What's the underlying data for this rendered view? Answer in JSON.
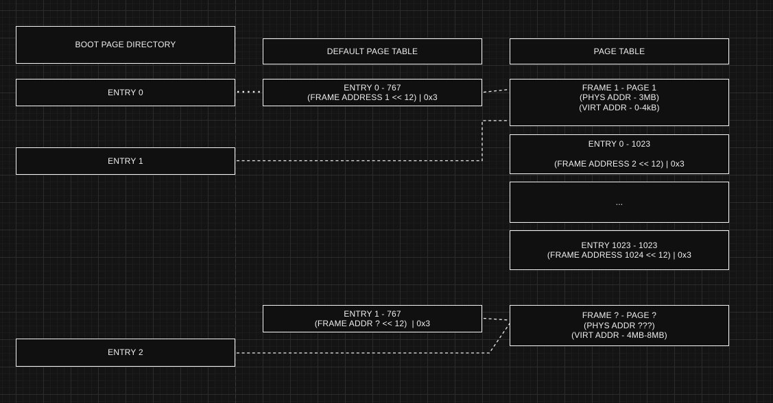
{
  "diagram": {
    "headers": {
      "boot_page_directory": "BOOT PAGE DIRECTORY",
      "default_page_table": "DEFAULT PAGE TABLE",
      "page_table": "PAGE TABLE"
    },
    "boot_entries": {
      "entry0": "ENTRY 0",
      "entry1": "ENTRY 1",
      "entry2": "ENTRY 2"
    },
    "default_page_table_entries": {
      "entry0": {
        "lines": [
          "ENTRY 0 - 767",
          "(FRAME ADDRESS 1 << 12) | 0x3"
        ]
      },
      "entry1": {
        "lines": [
          "ENTRY 1 - 767",
          "(FRAME ADDR ? << 12)  | 0x3"
        ]
      }
    },
    "page_table_entries": {
      "frame1": {
        "lines": [
          "FRAME 1 - PAGE 1",
          "(PHYS ADDR - 3MB)",
          "(VIRT ADDR - 0-4kB)"
        ]
      },
      "entry0": {
        "lines": [
          "ENTRY 0 - 1023",
          "",
          "(FRAME ADDRESS 2 << 12) | 0x3"
        ]
      },
      "ellipsis": "...",
      "entry1023": {
        "lines": [
          "ENTRY 1023 - 1023",
          "(FRAME ADDRESS 1024 << 12) | 0x3"
        ]
      },
      "frame_unknown": {
        "lines": [
          "FRAME ? - PAGE ?",
          "(PHYS ADDR ???)",
          "(VIRT ADDR - 4MB-8MB)"
        ]
      }
    },
    "colors": {
      "background": "#141414",
      "grid_minor": "#1c1c1c",
      "grid_major": "#2c2c2c",
      "box_fill": "#101010",
      "box_border": "#f5f5f5",
      "text": "#efefef",
      "connector": "#ededed",
      "page_guide": "#3a3a3a"
    }
  }
}
